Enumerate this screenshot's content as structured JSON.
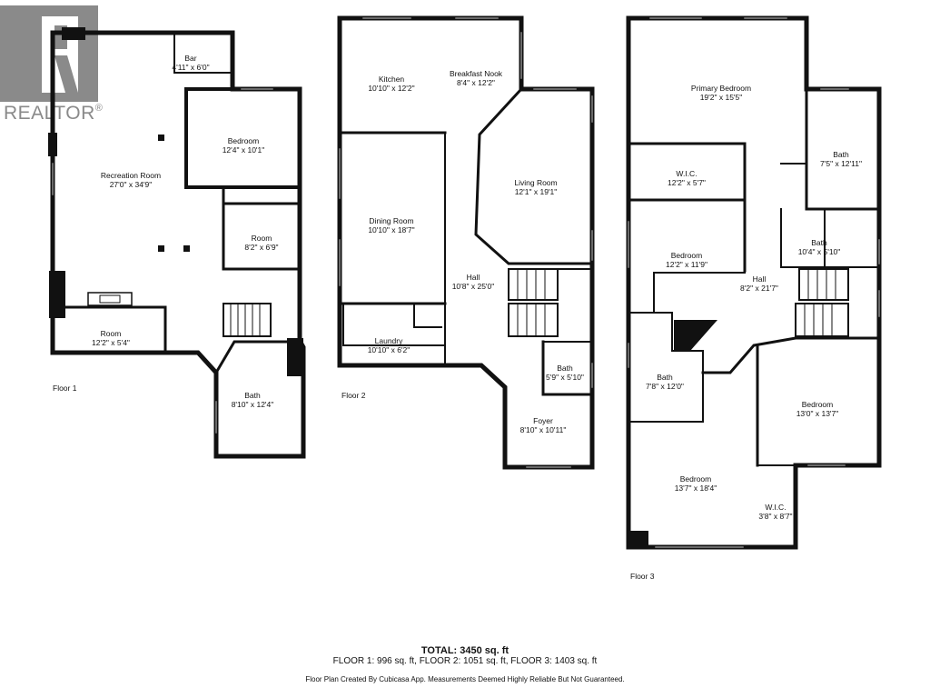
{
  "brand": {
    "name": "REALTOR",
    "mark": "®"
  },
  "floors": [
    {
      "label": "Floor 1",
      "rooms": [
        {
          "name": "Bar",
          "dims": "4'11\" x 6'0\""
        },
        {
          "name": "Bedroom",
          "dims": "12'4\" x 10'1\""
        },
        {
          "name": "Recreation Room",
          "dims": "27'0\" x 34'9\""
        },
        {
          "name": "Room",
          "dims": "8'2\" x 6'9\""
        },
        {
          "name": "Room",
          "dims": "12'2\" x 5'4\""
        },
        {
          "name": "Bath",
          "dims": "8'10\" x 12'4\""
        }
      ]
    },
    {
      "label": "Floor 2",
      "rooms": [
        {
          "name": "Kitchen",
          "dims": "10'10\" x 12'2\""
        },
        {
          "name": "Breakfast Nook",
          "dims": "8'4\" x 12'2\""
        },
        {
          "name": "Dining Room",
          "dims": "10'10\" x 18'7\""
        },
        {
          "name": "Living Room",
          "dims": "12'1\" x 19'1\""
        },
        {
          "name": "Hall",
          "dims": "10'8\" x 25'0\""
        },
        {
          "name": "Laundry",
          "dims": "10'10\" x 6'2\""
        },
        {
          "name": "Bath",
          "dims": "5'9\" x 5'10\""
        },
        {
          "name": "Foyer",
          "dims": "8'10\" x 10'11\""
        }
      ]
    },
    {
      "label": "Floor 3",
      "rooms": [
        {
          "name": "Primary Bedroom",
          "dims": "19'2\" x 15'5\""
        },
        {
          "name": "Bath",
          "dims": "7'5\" x 12'11\""
        },
        {
          "name": "W.I.C.",
          "dims": "12'2\" x 5'7\""
        },
        {
          "name": "Bath",
          "dims": "10'4\" x 5'10\""
        },
        {
          "name": "Bedroom",
          "dims": "12'2\" x 11'9\""
        },
        {
          "name": "Hall",
          "dims": "8'2\" x 21'7\""
        },
        {
          "name": "Bath",
          "dims": "7'8\" x 12'0\""
        },
        {
          "name": "Bedroom",
          "dims": "13'0\" x 13'7\""
        },
        {
          "name": "Bedroom",
          "dims": "13'7\" x 18'4\""
        },
        {
          "name": "W.I.C.",
          "dims": "3'8\" x 8'7\""
        }
      ]
    }
  ],
  "summary": {
    "total": "TOTAL: 3450 sq. ft",
    "floors": "FLOOR 1: 996 sq. ft, FLOOR 2: 1051 sq. ft, FLOOR 3: 1403 sq. ft",
    "disclaimer": "Floor Plan Created By Cubicasa App. Measurements Deemed Highly Reliable But Not Guaranteed."
  }
}
